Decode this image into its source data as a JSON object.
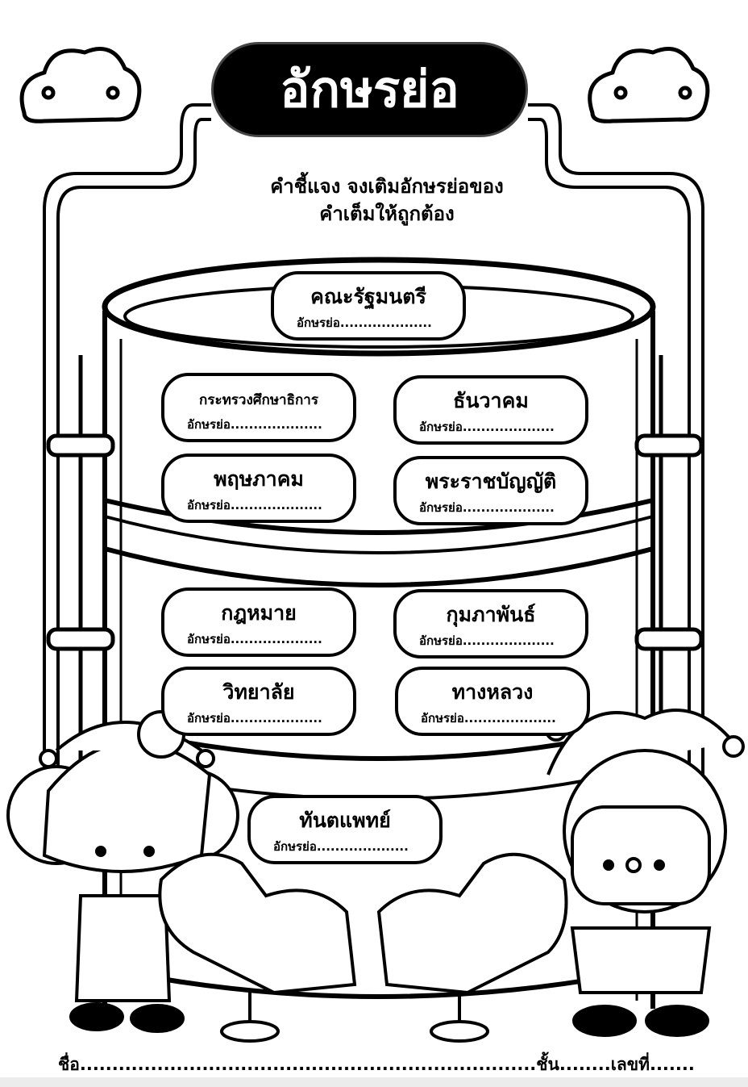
{
  "title": "อักษรย่อ",
  "instructions": [
    "คำชี้แจง จงเติมอักษรย่อของ",
    "คำเต็มให้ถูกต้อง"
  ],
  "answer_label": "อักษรย่อ....................",
  "words": [
    "คณะรัฐมนตรี",
    "กระทรวงศึกษาธิการ",
    "ธันวาคม",
    "พฤษภาคม",
    "พระราชบัญญัติ",
    "กฎหมาย",
    "กุมภาพันธ์",
    "วิทยาลัย",
    "ทางหลวง",
    "ทันตแพทย์"
  ],
  "footer": {
    "name": "ชื่อ.......................................................................",
    "class": "ชั้น........",
    "number": "เลขที่......."
  }
}
